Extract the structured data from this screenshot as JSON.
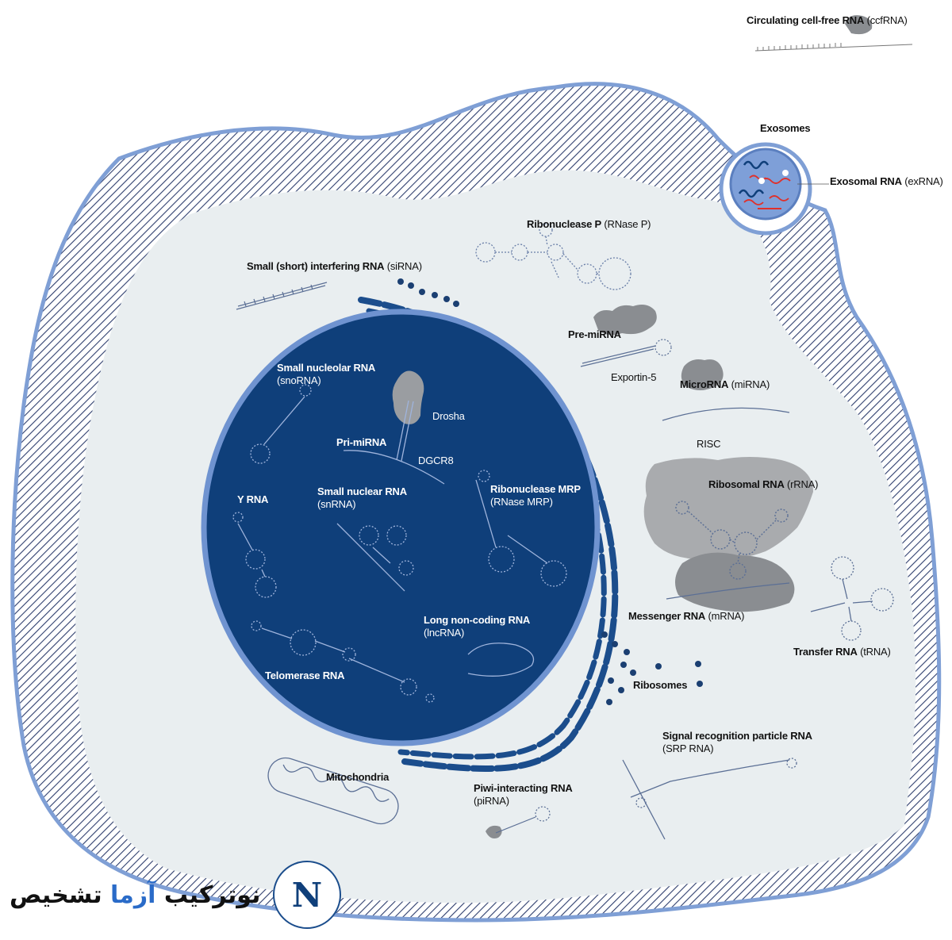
{
  "labels": {
    "ccfrna": {
      "bold": "Circulating cell-free RNA",
      "rest": " (ccfRNA)"
    },
    "exosomes": {
      "bold": "Exosomes"
    },
    "exrna": {
      "bold": "Exosomal RNA",
      "rest": " (exRNA)"
    },
    "rnasep": {
      "bold": "Ribonuclease P",
      "rest": " (RNase P)"
    },
    "sirna": {
      "bold": "Small (short) interfering RNA",
      "rest": " (siRNA)"
    },
    "premirna": {
      "bold": "Pre-miRNA"
    },
    "exportin": {
      "plain": "Exportin-5"
    },
    "mirna": {
      "bold": "MicroRNA",
      "rest": " (miRNA)"
    },
    "risc": {
      "plain": "RISC"
    },
    "rrna": {
      "bold": "Ribosomal RNA",
      "rest": " (rRNA)"
    },
    "mrna": {
      "bold": "Messenger RNA",
      "rest": " (mRNA)"
    },
    "trna": {
      "bold": "Transfer RNA",
      "rest": " (tRNA)"
    },
    "ribosomes": {
      "bold": "Ribosomes"
    },
    "srp": {
      "bold": "Signal recognition particle RNA",
      "sub": "(SRP RNA)"
    },
    "pirna": {
      "bold": "Piwi-interacting RNA",
      "sub": "(piRNA)"
    },
    "mito": {
      "bold": "Mitochondria"
    },
    "snorna": {
      "bold": "Small nucleolar RNA",
      "sub": "(snoRNA)"
    },
    "drosha": {
      "plain": "Drosha"
    },
    "primirna": {
      "bold": "Pri-miRNA"
    },
    "dgcr8": {
      "plain": "DGCR8"
    },
    "yrna": {
      "bold": "Y RNA"
    },
    "snrna": {
      "bold": "Small nuclear RNA",
      "sub": "(snRNA)"
    },
    "rnasemrp": {
      "bold": "Ribonuclease MRP",
      "sub": "(RNase MRP)"
    },
    "lncrna": {
      "bold": "Long non-coding RNA",
      "sub": "(lncRNA)"
    },
    "telomerase": {
      "bold": "Telomerase RNA"
    }
  },
  "brand": {
    "text_main": "نوترکیب ",
    "text_accent": "آزما",
    "text_end": " تشخیص",
    "logo_letter": "N"
  },
  "colors": {
    "membrane": "#7f9fd5",
    "hatch": "#2f3f6e",
    "cytoplasm": "#e9eef0",
    "nucleus": "#0f3f7a",
    "envelope": "#1b4d8c",
    "complex_gray": "#9a9da1",
    "risc_gray": "#a9abae",
    "rna_red": "#e0302a",
    "rna_blue": "#5b7fbf",
    "brand_accent": "#2a6bc8"
  }
}
